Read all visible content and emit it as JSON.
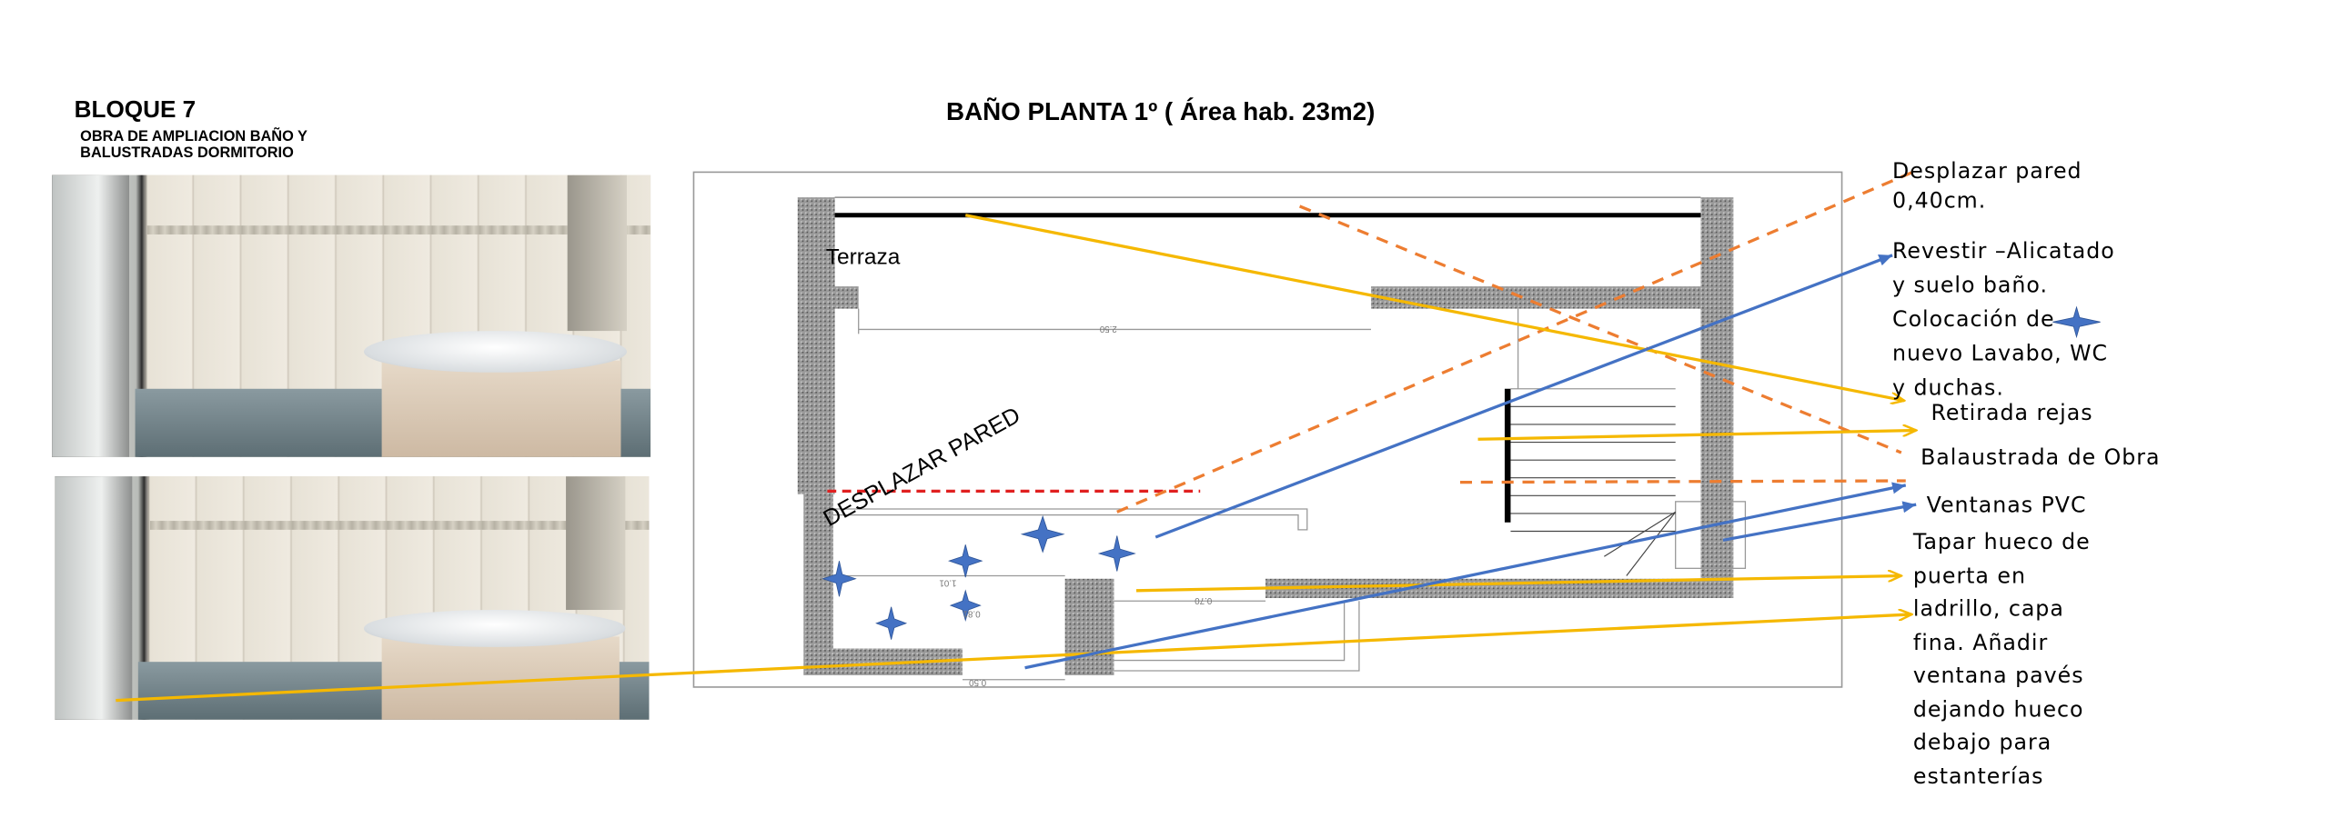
{
  "header": {
    "block": "BLOQUE 7",
    "subtitle_line1": "OBRA DE AMPLIACION BAÑO Y",
    "subtitle_line2": "BALUSTRADAS DORMITORIO",
    "plan_title": "BAÑO PLANTA 1º ( Área hab. 23m2)"
  },
  "plan": {
    "room_label": "Terraza",
    "wall_note": "DESPLAZAR PARED",
    "dimensions": [
      "2.50",
      "1.01",
      "0.70",
      "0.81",
      "0.50"
    ]
  },
  "annotations": {
    "move_wall": [
      "Desplazar pared",
      "0,40cm."
    ],
    "tiling": [
      "Revestir –Alicatado",
      "y suelo baño.",
      "Colocación de",
      "nuevo  Lavabo, WC",
      "y duchas."
    ],
    "remove_bars": "Retirada rejas",
    "balustrade": "Balaustrada de Obra",
    "windows": "Ventanas PVC",
    "door_gap": [
      "Tapar hueco de",
      "puerta en",
      "ladrillo, capa",
      "fina. Añadir",
      "ventana pavés",
      "dejando  hueco",
      "debajo para",
      "estanterías"
    ]
  },
  "colors": {
    "yellow": "#f5b800",
    "orange": "#ed7d31",
    "blue": "#4472c4",
    "red": "#e02020",
    "wall": "#8c8c8c"
  }
}
